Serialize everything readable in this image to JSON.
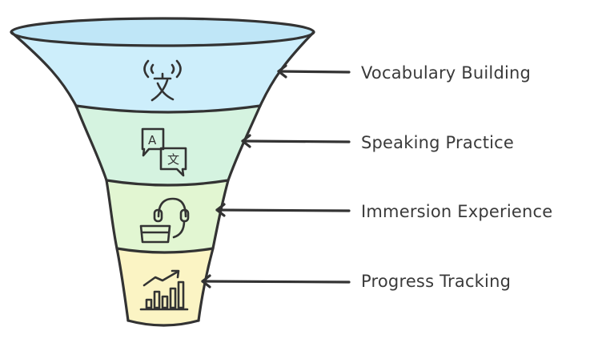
{
  "funnel": {
    "stages": [
      {
        "label": "Vocabulary Building",
        "icon": "translate-icon",
        "color": "#cdeefb"
      },
      {
        "label": "Speaking Practice",
        "icon": "language-chat-icon",
        "color": "#d5f3e0"
      },
      {
        "label": "Immersion Experience",
        "icon": "headset-vr-icon",
        "color": "#e2f6d2"
      },
      {
        "label": "Progress Tracking",
        "icon": "chart-trend-icon",
        "color": "#fbf4c4"
      }
    ],
    "rim_color": "#bfe6f7",
    "icon_letters": {
      "a": "A",
      "b": "文"
    }
  }
}
